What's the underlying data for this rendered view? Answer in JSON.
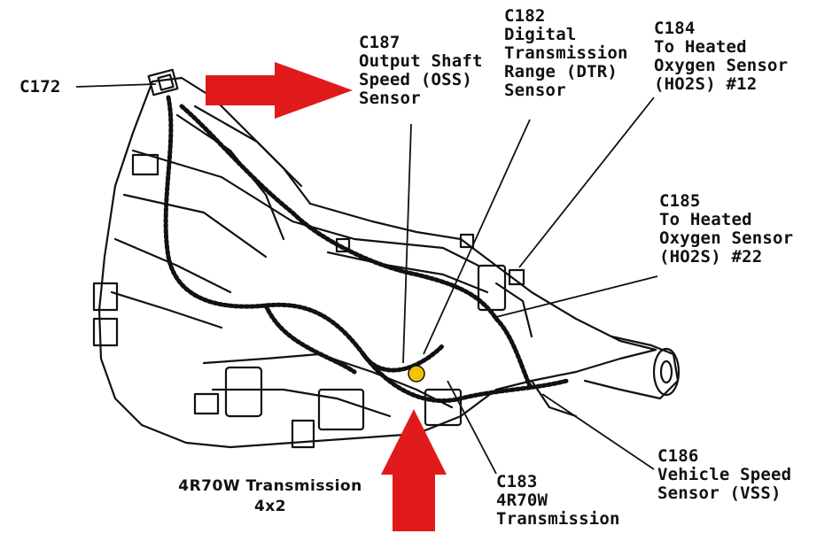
{
  "colors": {
    "arrow": "#e01a1a",
    "ink": "#111111",
    "connector_dot": "#f3c200"
  },
  "callouts": {
    "c172": {
      "id": "C172"
    },
    "c187": {
      "id": "C187",
      "lines": [
        "Output Shaft",
        "Speed (OSS)",
        "Sensor"
      ]
    },
    "c182": {
      "id": "C182",
      "lines": [
        "Digital",
        "Transmission",
        "Range (DTR)",
        "Sensor"
      ]
    },
    "c184": {
      "id": "C184",
      "lines": [
        "To Heated",
        "Oxygen Sensor",
        "(HO2S) #12"
      ]
    },
    "c185": {
      "id": "C185",
      "lines": [
        "To Heated",
        "Oxygen Sensor",
        "(HO2S) #22"
      ]
    },
    "c186": {
      "id": "C186",
      "lines": [
        "Vehicle Speed",
        "Sensor (VSS)"
      ]
    },
    "c183": {
      "id": "C183",
      "lines": [
        "4R70W",
        "Transmission"
      ]
    }
  },
  "caption": {
    "line1": "4R70W Transmission",
    "line2": "4x2"
  }
}
